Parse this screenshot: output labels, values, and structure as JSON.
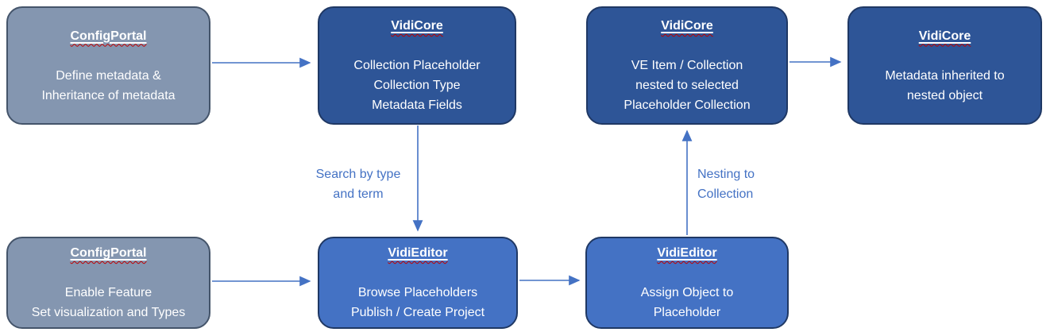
{
  "diagram": {
    "colors": {
      "arrow_accent": "#4472C4",
      "gray_node_fill": "#8496B0",
      "gray_node_border": "#44546A",
      "dark_blue_node_fill": "#2E5597",
      "blue_node_fill": "#4472C4",
      "blue_node_border": "#1F3864",
      "node_text": "#ffffff",
      "spellcheck_squiggle": "#C00000"
    },
    "nodes": {
      "configportal_define": {
        "title": "ConfigPortal",
        "line1": "Define metadata &",
        "line2": "Inheritance of metadata"
      },
      "vidicore_collection": {
        "title": "VidiCore",
        "line1": "Collection Placeholder",
        "line2": "Collection Type",
        "line3": "Metadata Fields"
      },
      "vidicore_nested": {
        "title": "VidiCore",
        "line1": "VE Item / Collection",
        "line2": "nested to selected",
        "line3": "Placeholder Collection"
      },
      "vidicore_inherited": {
        "title": "VidiCore",
        "line1": "Metadata inherited to",
        "line2": "nested object"
      },
      "configportal_enable": {
        "title": "ConfigPortal",
        "line1": "Enable Feature",
        "line2": "Set visualization and Types"
      },
      "vidieditor_browse": {
        "title": "VidiEditor",
        "line1": "Browse Placeholders",
        "line2": "Publish / Create Project"
      },
      "vidieditor_assign": {
        "title": "VidiEditor",
        "line1": "Assign Object to",
        "line2": "Placeholder"
      }
    },
    "edge_labels": {
      "search": {
        "line1": "Search by type",
        "line2": "and term"
      },
      "nesting": {
        "line1": "Nesting to",
        "line2": "Collection"
      }
    }
  }
}
